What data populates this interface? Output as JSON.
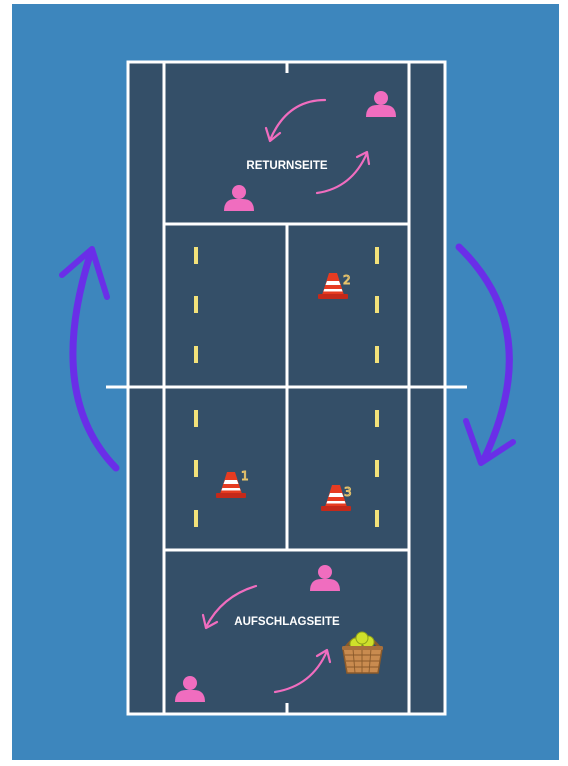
{
  "colors": {
    "background": "#3d86bd",
    "court": "#344f68",
    "lines": "#ffffff",
    "player": "#f06dbf",
    "arrow_small": "#f06dbf",
    "arrow_big": "#6a2ee8",
    "cone": "#e63b21",
    "dash": "#f3e27a",
    "basket": "#c98b4f",
    "balls": "#cfe02a"
  },
  "labels": {
    "return_side": "RETURNSEITE",
    "serve_side": "AUFSCHLAGSEITE"
  },
  "cones": [
    {
      "number": "1"
    },
    {
      "number": "2"
    },
    {
      "number": "3"
    }
  ],
  "icons": [
    "player-icon",
    "cone-icon",
    "ball-basket-icon",
    "curved-arrow-icon",
    "rotation-arrow-icon"
  ]
}
